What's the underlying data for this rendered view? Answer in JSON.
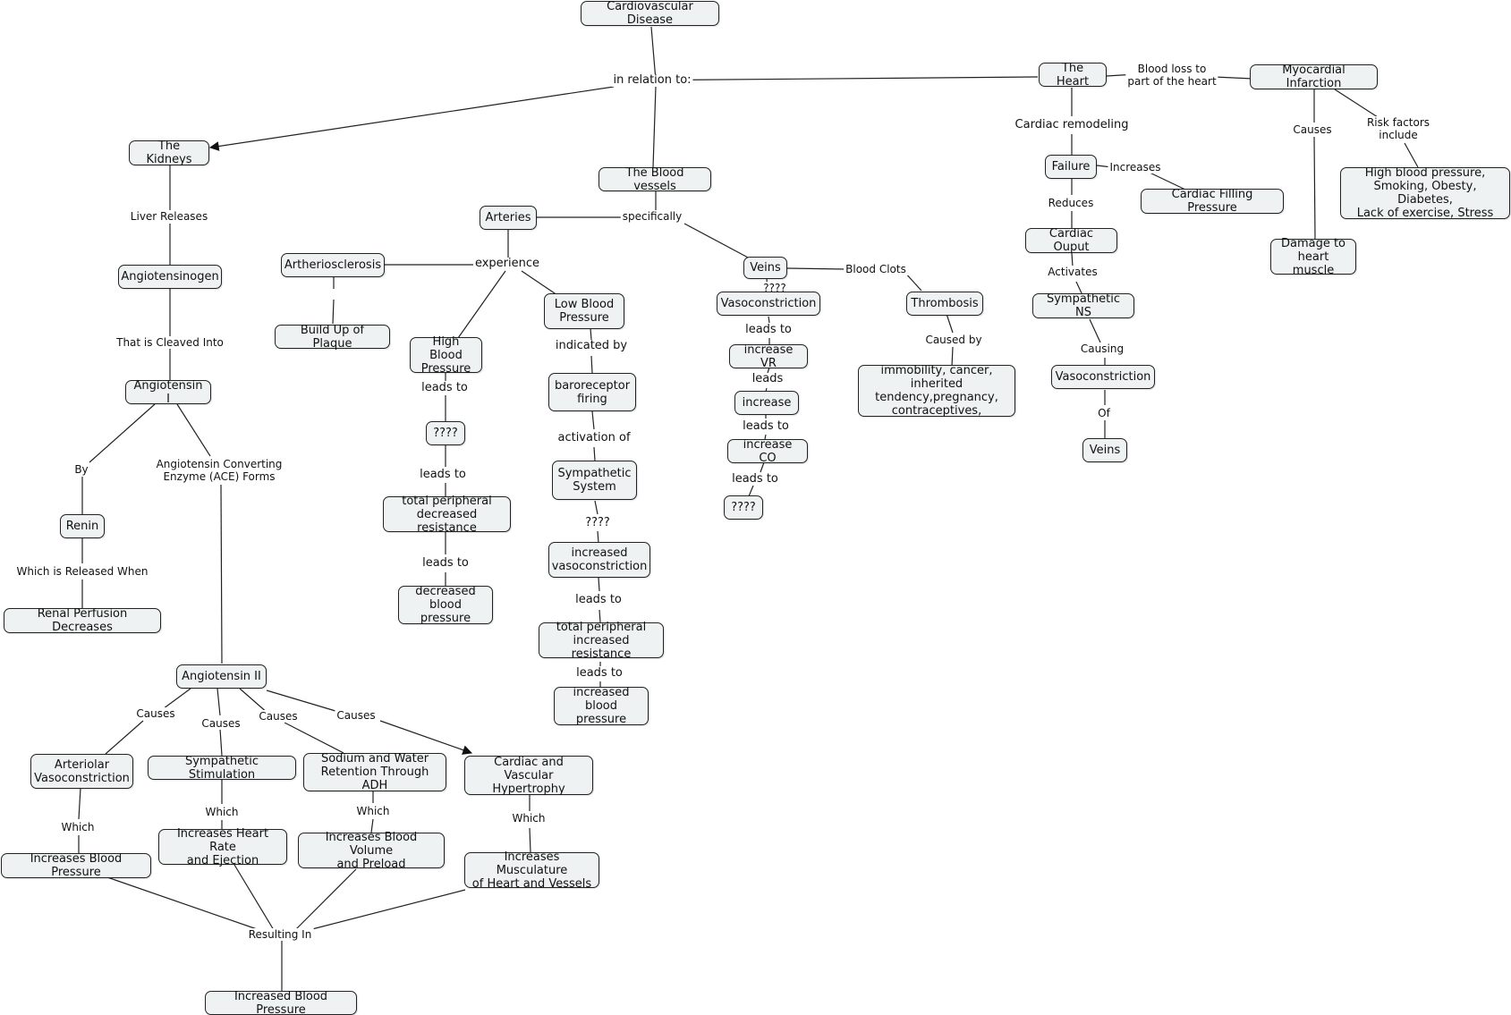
{
  "diagram": {
    "root": "Cardiovascular Disease",
    "in_relation_label": "in relation to:",
    "kidneys": {
      "title": "The Kidneys",
      "liver_releases": "Liver Releases",
      "angiotensinogen": "Angiotensinogen",
      "cleaved_into": "That is Cleaved Into",
      "angiotensin_1": "Angiotensin I",
      "by": "By",
      "renin": "Renin",
      "released_when": "Which is Released When",
      "renal_perfusion": "Renal Perfusion Decreases",
      "ace_forms": "Angiotensin Converting\nEnzyme (ACE) Forms",
      "angiotensin_2": "Angiotensin II",
      "causes": "Causes",
      "arteriolar": "Arteriolar\nVasoconstriction",
      "sympathetic_stim": "Sympathetic Stimulation",
      "sodium_water": "Sodium and Water\nRetention Through ADH",
      "cardiac_hypertrophy": "Cardiac and Vascular\nHypertrophy",
      "which": "Which",
      "inc_bp": "Increases Blood Pressure",
      "inc_hr": "Increases Heart Rate\nand Ejection",
      "inc_bv": "Increases Blood Volume\nand Preload",
      "inc_muscle": "Increases Musculature\nof Heart and Vessels",
      "resulting_in": "Resulting In",
      "increased_bp": "Increased Blood Pressure"
    },
    "vessels": {
      "title": "The Blood vessels",
      "specifically": "specifically",
      "arteries": "Arteries",
      "experience": "experience",
      "arthero": "Artheriosclerosis",
      "plaque": "Build Up of Plaque",
      "high_bp": "High Blood\nPressure",
      "leads_to": "leads to",
      "q1": "????",
      "tpr_dec": "total peripheral\ndecreased resistance",
      "dec_bp": "decreased\nblood pressure",
      "low_bp": "Low Blood\nPressure",
      "indicated_by": "indicated by",
      "baro": "baroreceptor\nfiring",
      "activation_of": "activation of",
      "sympathetic_system": "Sympathetic\nSystem",
      "q2": "????",
      "inc_vaso": "increased\nvasoconstriction",
      "tpr_inc": "total peripheral\nincreased resistance",
      "inc_bp2": "increased\nblood pressure",
      "veins": "Veins",
      "q3": "????",
      "vasoconstriction": "Vasoconstriction",
      "inc_vr": "increase VR",
      "leads": "leads",
      "increase": "increase",
      "inc_co": "increase CO",
      "q4": "????",
      "blood_clots": "Blood Clots",
      "thrombosis": "Thrombosis",
      "caused_by": "Caused by",
      "immobility": "immobility, cancer,\ninherited tendency,pregnancy,\ncontraceptives,"
    },
    "heart": {
      "title": "The Heart",
      "blood_loss": "Blood loss to\npart of the heart",
      "mi": "Myocardial Infarction",
      "causes": "Causes",
      "damage": "Damage to\nheart muscle",
      "risk_factors": "Risk factors\ninclude",
      "risks": "High blood pressure,\nSmoking, Obesty, Diabetes,\nLack of exercise, Stress",
      "remodeling": "Cardiac remodeling",
      "failure": "Failure",
      "increases": "Increases",
      "filling": "Cardiac Filling Pressure",
      "reduces": "Reduces",
      "output": "Cardiac Ouput",
      "activates": "Activates",
      "sns": "Sympathetic NS",
      "causing": "Causing",
      "vasoconstriction": "Vasoconstriction",
      "of": "Of",
      "veins": "Veins"
    }
  }
}
